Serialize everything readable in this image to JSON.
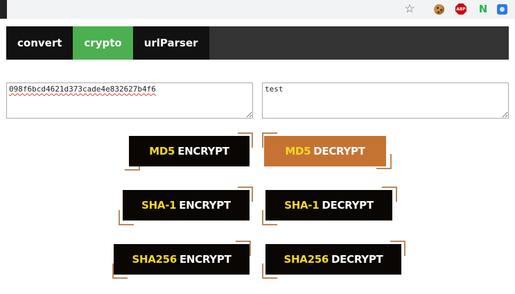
{
  "browser": {
    "toolbar_icons": [
      "star-icon",
      "cookie-extension-icon",
      "abp-extension-icon",
      "n-extension-icon",
      "blue-extension-icon"
    ],
    "abp_label": "ABP",
    "n_label": "N",
    "star_glyph": "☆"
  },
  "nav": {
    "tabs": [
      {
        "label": "convert",
        "active": false
      },
      {
        "label": "crypto",
        "active": true
      },
      {
        "label": "urlParser",
        "active": false
      }
    ],
    "active_color": "#4caf50"
  },
  "inputs": {
    "left_value": "098f6bcd4621d373cade4e832627b4f6",
    "right_value": "test"
  },
  "buttons": [
    {
      "algo": "MD5",
      "action": "ENCRYPT"
    },
    {
      "algo": "MD5",
      "action": "DECRYPT"
    },
    {
      "algo": "SHA-1",
      "action": "ENCRYPT"
    },
    {
      "algo": "SHA-1",
      "action": "DECRYPT"
    },
    {
      "algo": "SHA256",
      "action": "ENCRYPT"
    },
    {
      "algo": "SHA256",
      "action": "DECRYPT"
    }
  ],
  "colors": {
    "button_bg": "#0a0604",
    "button_hover": "#c57333",
    "algo_text": "#f5d820",
    "corner_accent": "#b58a5e"
  }
}
